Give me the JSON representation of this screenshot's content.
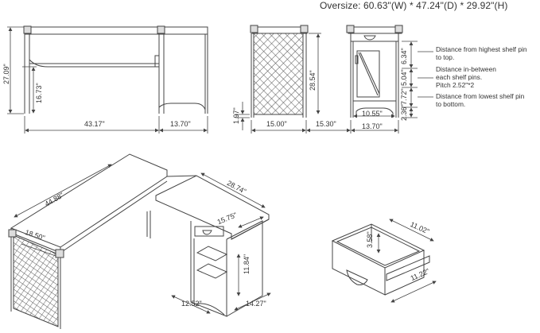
{
  "title": "Oversize: 60.63\"(W) * 47.24\"(D) * 29.92\"(H)",
  "front_view": {
    "height": "27.09\"",
    "inner_height": "16.73\"",
    "width": "43.17\"",
    "side_width": "13.70\""
  },
  "side_view": {
    "foot_height": "1.97\"",
    "panel_width": "15.00\"",
    "gap_width": "15.30\"",
    "height": "28.54\""
  },
  "cabinet_view": {
    "width": "13.70\"",
    "drawer_depth": "10.55\"",
    "top_dist": "6.34\"",
    "pitch_dist": "5.04\"",
    "lower_dist": "7.72\"",
    "bottom_dist": "2.36\""
  },
  "notes": {
    "top": [
      "Distance from highest shelf pin",
      "to top."
    ],
    "pitch": [
      "Distance in-between",
      "each shelf pins.",
      "Pitch 2.52\"*2"
    ],
    "bottom": [
      "Distance from lowest shelf pin",
      "to bottom."
    ]
  },
  "iso_desk": {
    "long_length": "44.88\"",
    "return_length": "28.74\"",
    "return_depth": "15.75\"",
    "depth": "18.50\"",
    "shelf_height": "11.84\"",
    "cab_width": "12.52\"",
    "cab_depth": "14.27\""
  },
  "drawer": {
    "depth": "11.02\"",
    "height": "3.58\"",
    "width": "11.22\""
  }
}
